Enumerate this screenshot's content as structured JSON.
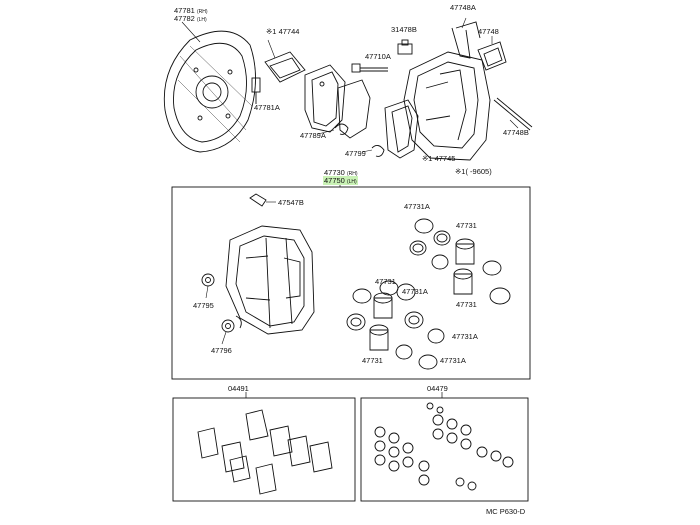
{
  "labels": {
    "p47781": "47781",
    "p47781_sub": "(RH)",
    "p47782": "47782",
    "p47782_sub": "(LH)",
    "p47744": "47744",
    "mark_47744": "※1",
    "p47781A": "47781A",
    "p31478B": "31478B",
    "p47748A": "47748A",
    "p47748": "47748",
    "p47710A": "47710A",
    "p47748B": "47748B",
    "p47789A": "47789A",
    "p47799": "47799",
    "p47745": "47745",
    "mark_47745": "※1",
    "note_range": "※1(  -9605)",
    "p47730": "47730",
    "p47730_sub": "(RH)",
    "p47750": "47750",
    "p47750_sub": "(LH)",
    "p47547B": "47547B",
    "p47795": "47795",
    "p47796": "47796",
    "p47731A_1": "47731A",
    "p47731_1": "47731",
    "p47731_2": "47731",
    "p47731A_2": "47731A",
    "p47731_3": "47731",
    "p47731A_3": "47731A",
    "p47731_4": "47731",
    "p47731A_4": "47731A",
    "p04491": "04491",
    "p04479": "04479",
    "footer": "MC P630-D"
  },
  "colors": {
    "highlight": "#c9f2b5",
    "ink": "#111111"
  }
}
